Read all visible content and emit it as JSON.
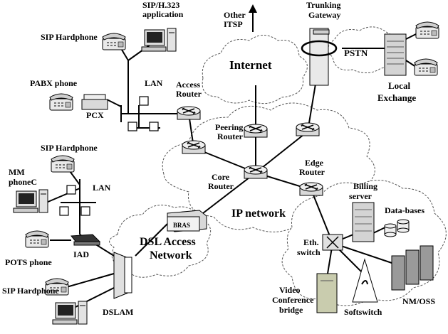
{
  "labels": {
    "sip_h323_app": [
      "SIP/H.323",
      "application"
    ],
    "sip_hardphone_top": "SIP Hardphone",
    "other_itsp": [
      "Other",
      "ITSP"
    ],
    "trunking_gateway": [
      "Trunking",
      "Gateway"
    ],
    "pabx_phone": "PABX phone",
    "lan_top": "LAN",
    "access_router": [
      "Access",
      "Router"
    ],
    "internet": "Internet",
    "pstn": "PSTN",
    "local_exchange": [
      "Local",
      "Exchange"
    ],
    "pcx": "PCX",
    "peering_router": [
      "Peering",
      "Router"
    ],
    "sip_hardphone_mid": "SIP Hardphone",
    "edge_router": [
      "Edge",
      "Router"
    ],
    "mm_phone": [
      "MM",
      "phoneC"
    ],
    "lan_mid": "LAN",
    "core_router": [
      "Core",
      "Router"
    ],
    "billing_server": [
      "Billing",
      "server"
    ],
    "data_bases": "Data-bases",
    "bras": "BRAS",
    "ip_network": "IP network",
    "dsl_access_network": [
      "DSL Access",
      "Network"
    ],
    "eth_switch": [
      "Eth.",
      "switch"
    ],
    "pots_phone": "POTS phone",
    "iad": "IAD",
    "sip_hardphone_bottom": "SIP Hardphone",
    "dslam": "DSLAM",
    "video_conference": [
      "Video",
      "Conference",
      "bridge"
    ],
    "softswitch": "Softswitch",
    "nm_oss": "NM/OSS"
  },
  "icons": {
    "router": "router-icon",
    "phone": "phone-icon",
    "computer": "computer-icon",
    "server": "server-icon",
    "database": "database-icon"
  }
}
